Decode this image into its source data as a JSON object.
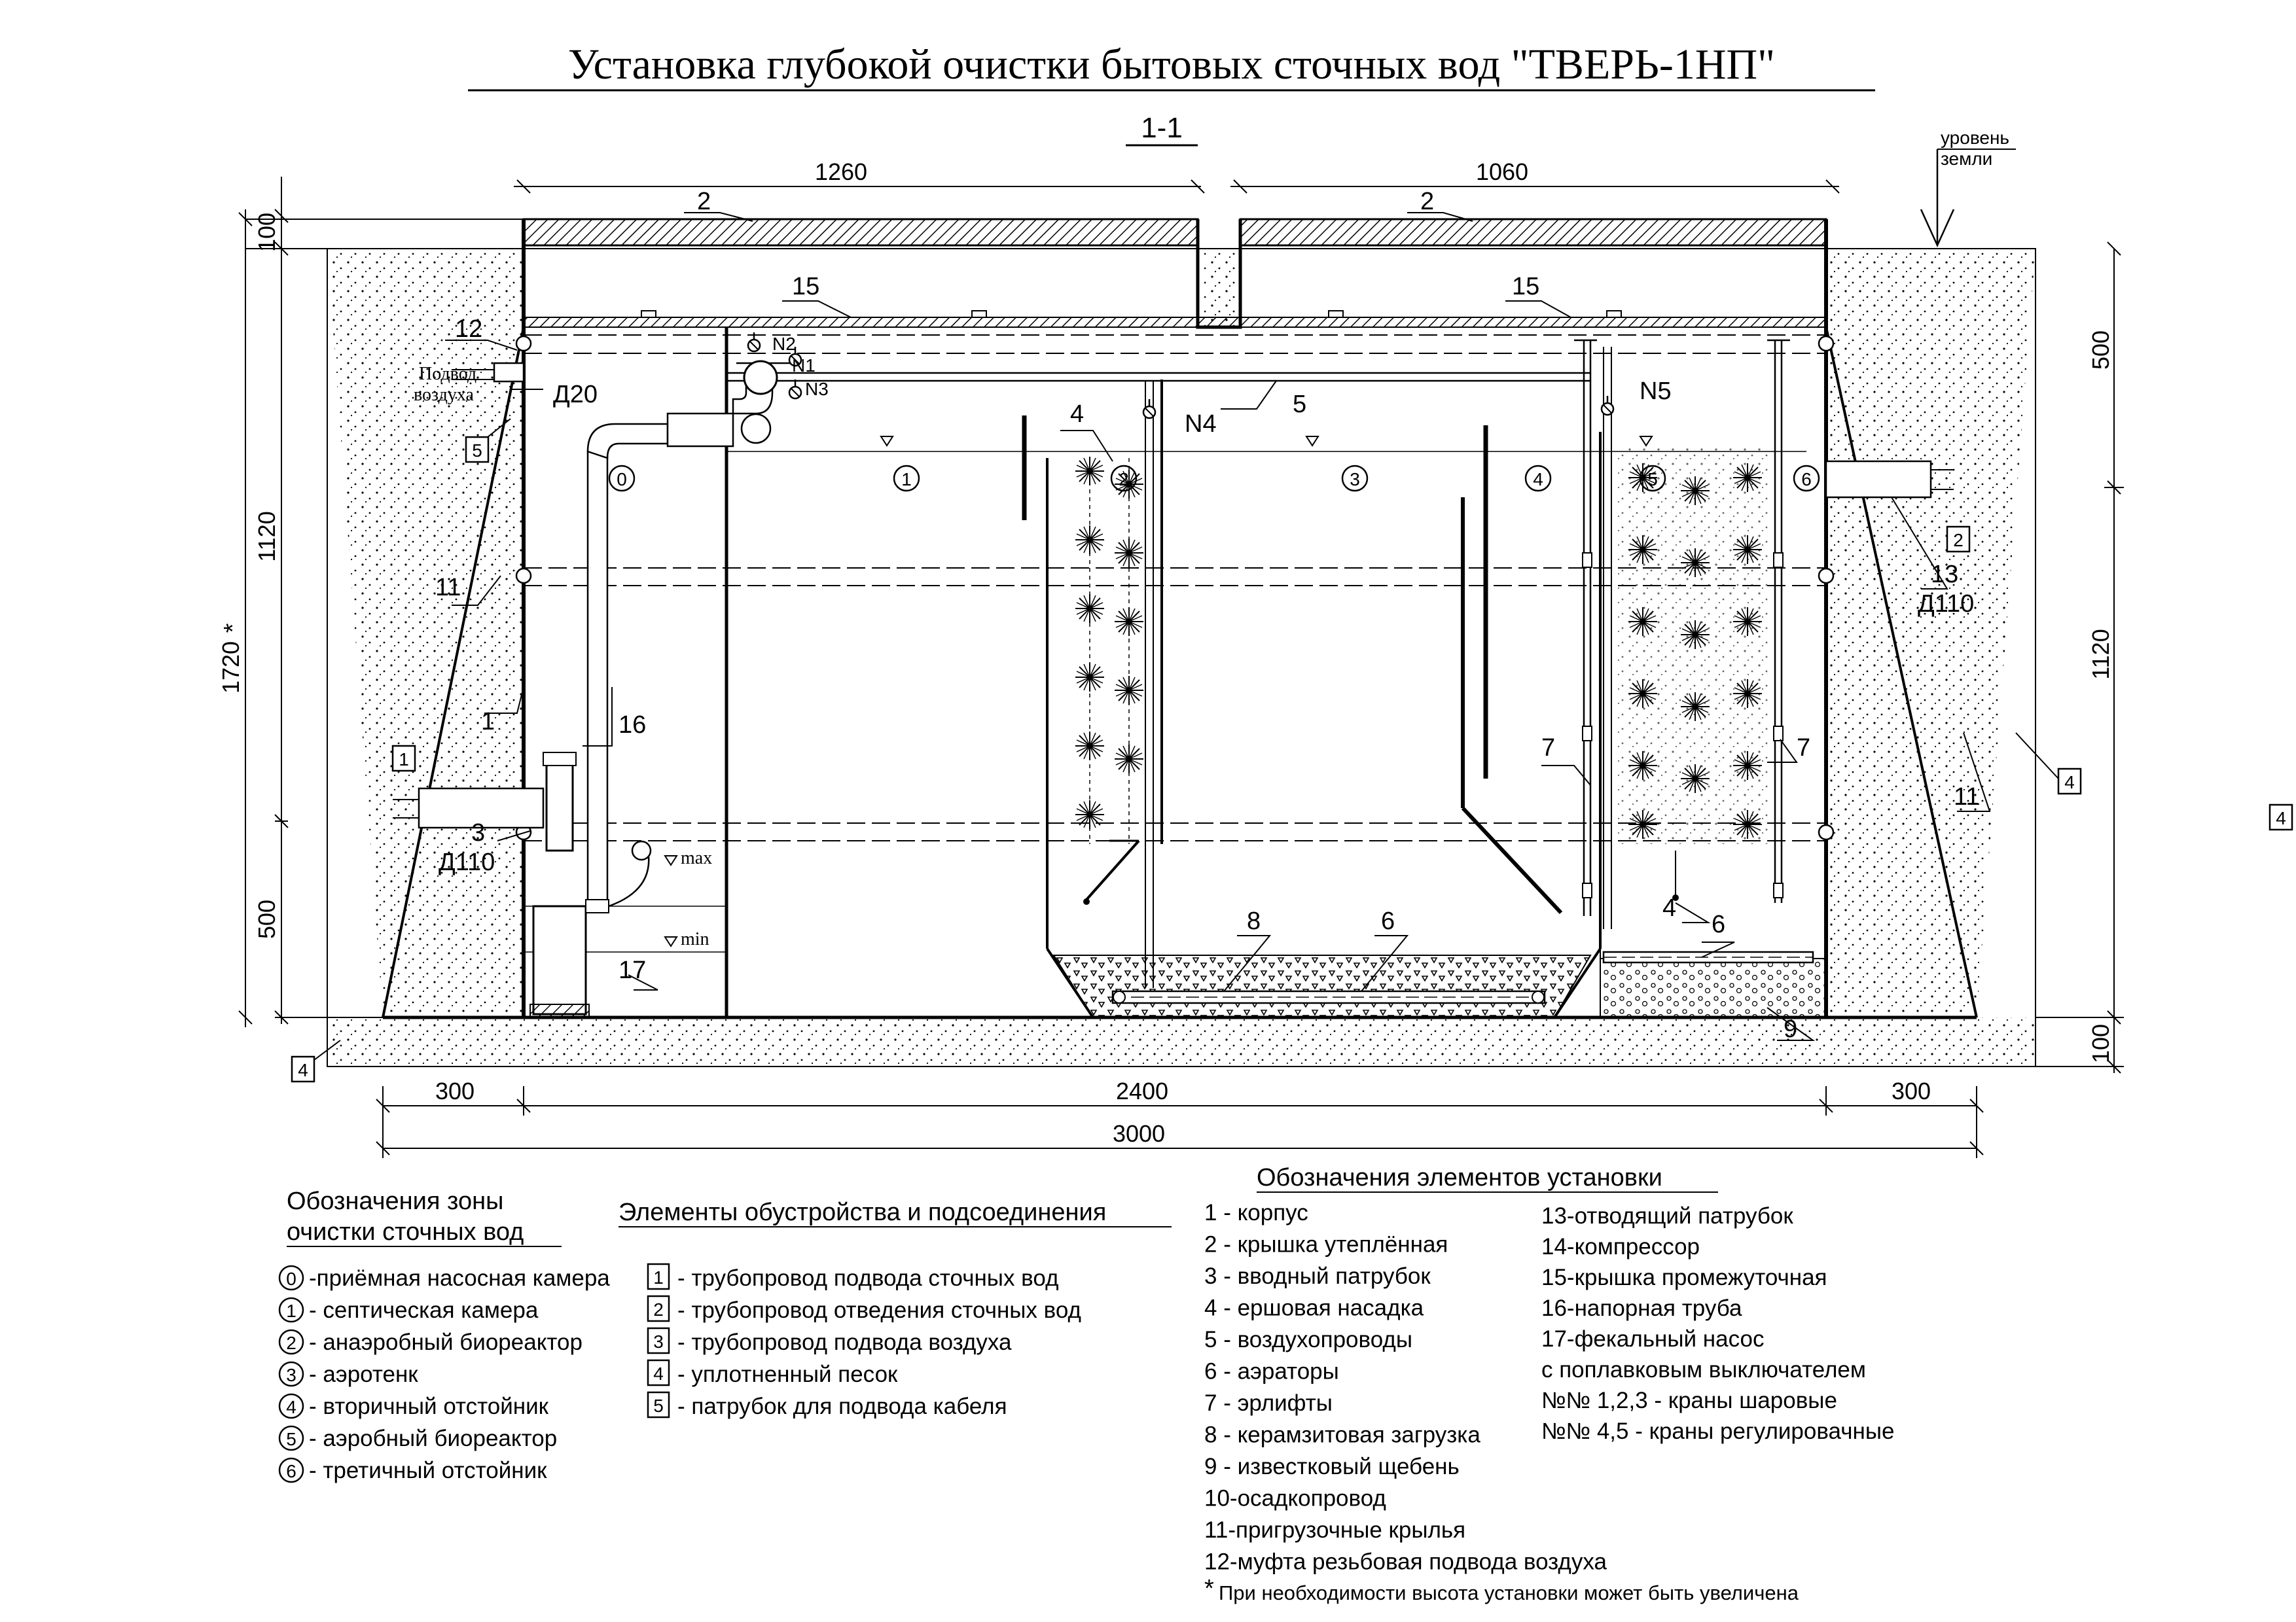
{
  "title": "Установка глубокой очистки бытовых сточных вод \"ТВЕРЬ-1НП\"",
  "section": "1-1",
  "ground_level": [
    "уровень",
    "земли"
  ],
  "dimensions": {
    "top_left": "1260",
    "top_right": "1060",
    "left_100_top": "100",
    "left_1120": "1120",
    "left_500": "500",
    "total_height": "1720",
    "star": "*",
    "right_500": "500",
    "right_1120": "1120",
    "right_100": "100",
    "bottom_300_left": "300",
    "bottom_2400": "2400",
    "bottom_300_right": "300",
    "bottom_3000": "3000"
  },
  "labels": {
    "air_supply": [
      "Подвод",
      "воздуха"
    ],
    "d20": "Д20",
    "d110_left": "Д110",
    "d110_right": "Д110",
    "n1": "N1",
    "n2": "N2",
    "n3": "N3",
    "n4": "N4",
    "n5": "N5",
    "max": "max",
    "min": "min"
  },
  "callouts": [
    "1",
    "2",
    "2",
    "3",
    "4",
    "4",
    "5",
    "6",
    "6",
    "7",
    "7",
    "8",
    "9",
    "11",
    "11",
    "12",
    "13",
    "15",
    "15",
    "16",
    "17"
  ],
  "boxed_callouts": [
    "1",
    "2",
    "4",
    "4",
    "4",
    "5"
  ],
  "zone_markers": [
    "0",
    "1",
    "2",
    "3",
    "4",
    "5",
    "6"
  ],
  "legend_zones": {
    "heading": [
      "Обозначения зоны",
      "очистки сточных вод"
    ],
    "items": [
      {
        "num": "0",
        "text": "-приёмная насосная камера"
      },
      {
        "num": "1",
        "text": "- септическая камера"
      },
      {
        "num": "2",
        "text": "- анаэробный биореактор"
      },
      {
        "num": "3",
        "text": "- аэротенк"
      },
      {
        "num": "4",
        "text": "- вторичный отстойник"
      },
      {
        "num": "5",
        "text": "- аэробный биореактор"
      },
      {
        "num": "6",
        "text": "- третичный отстойник"
      }
    ]
  },
  "legend_connections": {
    "heading": "Элементы обустройства и подсоединения",
    "items": [
      {
        "num": "1",
        "text": "- трубопровод подвода сточных вод"
      },
      {
        "num": "2",
        "text": "- трубопровод отведения сточных вод"
      },
      {
        "num": "3",
        "text": "- трубопровод подвода воздуха"
      },
      {
        "num": "4",
        "text": "- уплотненный песок"
      },
      {
        "num": "5",
        "text": "- патрубок для подвода кабеля"
      }
    ]
  },
  "legend_elements": {
    "heading": "Обозначения элементов установки",
    "col1": [
      "1 - корпус",
      "2 - крышка утеплённая",
      "3 - вводный патрубок",
      "4 - ершовая насадка",
      "5 - воздухопроводы",
      "6 - аэраторы",
      "7 - эрлифты",
      "8 - керамзитовая загрузка",
      "9 - известковый щебень",
      "10-осадкопровод",
      "11-пригрузочные крылья",
      "12-муфта резьбовая подвода воздуха"
    ],
    "col2": [
      "13-отводящий патрубок",
      "14-компрессор",
      "15-крышка промежуточная",
      "16-напорная труба",
      "17-фекальный насос",
      "с поплавковым выключателем",
      "№№ 1,2,3 - краны шаровые",
      "№№ 4,5 - краны регулировачные"
    ],
    "footnote_star": "*",
    "footnote": "При необходимости высота установки может быть увеличена"
  },
  "colors": {
    "ink": "#000000",
    "paper": "#ffffff"
  }
}
